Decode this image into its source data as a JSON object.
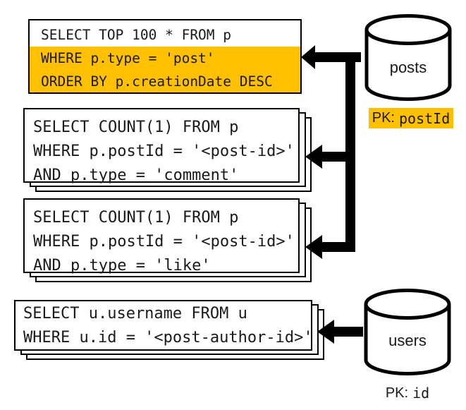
{
  "colors": {
    "highlight": "#FFC000",
    "ink": "#000000",
    "background": "#ffffff"
  },
  "queries": [
    {
      "name": "top-posts-query",
      "lines": [
        {
          "text": "SELECT TOP 100 * FROM p",
          "highlighted": false
        },
        {
          "text": "WHERE p.type = 'post'",
          "highlighted": true
        },
        {
          "text": "ORDER BY p.creationDate DESC",
          "highlighted": true
        }
      ]
    },
    {
      "name": "comment-count-query",
      "lines": [
        {
          "text": "SELECT COUNT(1) FROM p",
          "highlighted": false
        },
        {
          "text": "WHERE p.postId = '<post-id>'",
          "highlighted": false
        },
        {
          "text": "AND p.type = 'comment'",
          "highlighted": false
        }
      ]
    },
    {
      "name": "like-count-query",
      "lines": [
        {
          "text": "SELECT COUNT(1) FROM p",
          "highlighted": false
        },
        {
          "text": "WHERE p.postId = '<post-id>'",
          "highlighted": false
        },
        {
          "text": "AND p.type = 'like'",
          "highlighted": false
        }
      ]
    },
    {
      "name": "username-query",
      "lines": [
        {
          "text": "SELECT u.username FROM u",
          "highlighted": false
        },
        {
          "text": "WHERE u.id = '<post-author-id>'",
          "highlighted": false
        }
      ]
    }
  ],
  "databases": [
    {
      "name": "posts",
      "label": "posts",
      "pk_prefix": "PK:",
      "pk_value": "postId",
      "pk_highlighted": true
    },
    {
      "name": "users",
      "label": "users",
      "pk_prefix": "PK:",
      "pk_value": "id",
      "pk_highlighted": false
    }
  ]
}
